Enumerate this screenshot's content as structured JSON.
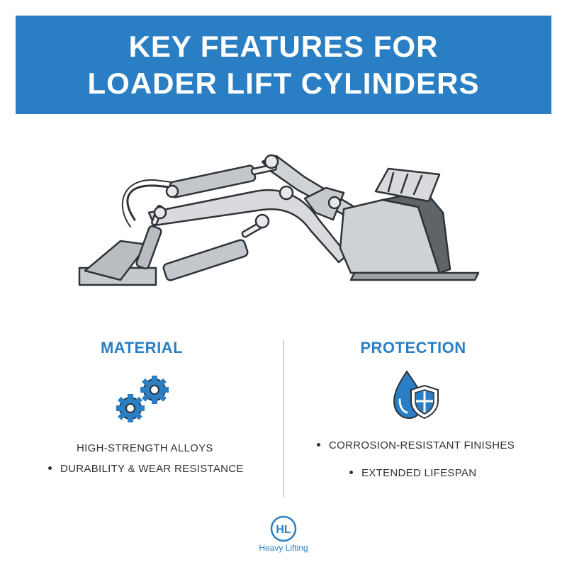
{
  "header": {
    "title_line1": "KEY FEATURES FOR",
    "title_line2": "LOADER LIFT CYLINDERS"
  },
  "illustration": {
    "icon": "loader-arm-with-hydraulic-cylinders-icon"
  },
  "material": {
    "title": "MATERIAL",
    "icon": "gears-icon",
    "bullets": [
      "HIGH-STRENGTH ALLOYS",
      "DURABILITY & WEAR RESISTANCE"
    ]
  },
  "protection": {
    "title": "PROTECTION",
    "icon": "water-drop-shield-icon",
    "bullets": [
      "CORROSION-RESISTANT FINISHES",
      "EXTENDED LIFESPAN"
    ]
  },
  "footer": {
    "logo_mark": "HL",
    "logo_name": "Heavy Lifting"
  },
  "colors": {
    "accent": "#2a7fc4",
    "text": "#2f3338",
    "metal_light": "#d8dadd",
    "metal_dark": "#5f6469",
    "divider": "#cfd3d8"
  }
}
